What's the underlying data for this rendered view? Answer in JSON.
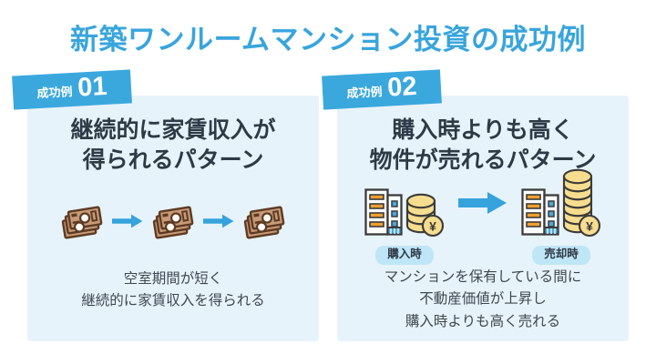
{
  "title": "新築ワンルームマンション投資の成功例",
  "theme": {
    "title_color": "#38a5dd",
    "badge_color": "#3ba8dd",
    "panel_bg": "#e7f3fa",
    "heading_color": "#2e3a45",
    "caption_color": "#3d4750",
    "arrow_color": "#36a3dc",
    "pill_bg": "#bfe6f7",
    "coin_fill": "#f7dd8e",
    "coin_stroke": "#3b3b3b",
    "money_fill": "#c79a78",
    "money_stroke": "#5d3b22",
    "building_fill": "#ffffff",
    "building_stroke": "#3b3b3b",
    "balcony_color": "#f0a030",
    "window_color": "#4aa8dd"
  },
  "panels": [
    {
      "badge_label": "成功例",
      "badge_number": "01",
      "heading_lines": [
        "継続的に家賃収入が",
        "得られるパターン"
      ],
      "illustration": {
        "type": "money-progression",
        "items": [
          "money-stack-icon",
          "arrow-right-icon",
          "money-stack-icon",
          "arrow-right-icon",
          "money-stack-icon"
        ]
      },
      "caption_lines": [
        "空室期間が短く",
        "継続的に家賃収入を得られる"
      ]
    },
    {
      "badge_label": "成功例",
      "badge_number": "02",
      "heading_lines": [
        "購入時よりも高く",
        "物件が売れるパターン"
      ],
      "illustration": {
        "type": "building-value-growth",
        "stages": [
          {
            "label": "購入時",
            "coins": 3,
            "icons": [
              "building-icon",
              "coin-stack-icon",
              "yen-coin-icon"
            ]
          },
          {
            "label": "売却時",
            "coins": 6,
            "icons": [
              "building-icon",
              "coin-stack-icon",
              "yen-coin-icon"
            ]
          }
        ],
        "arrow": "arrow-right-icon"
      },
      "caption_lines": [
        "マンションを保有している間に",
        "不動産価値が上昇し",
        "購入時よりも高く売れる"
      ]
    }
  ]
}
